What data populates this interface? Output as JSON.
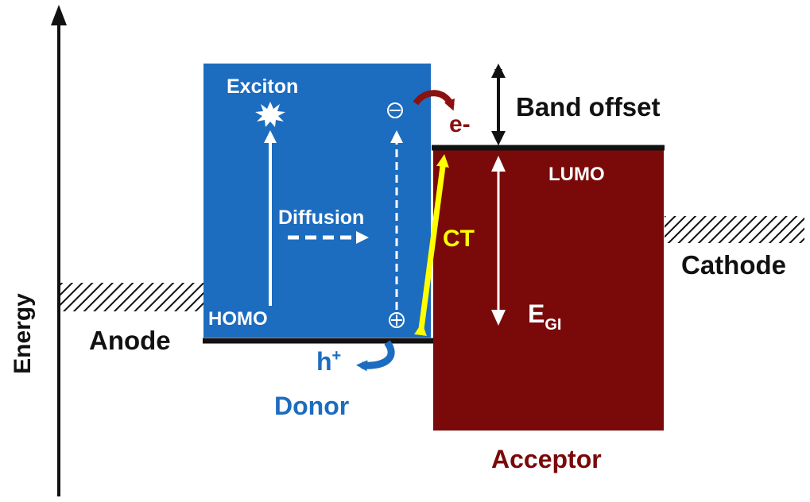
{
  "axis": {
    "label": "Energy"
  },
  "labels": {
    "exciton": "Exciton",
    "diffusion": "Diffusion",
    "homo": "HOMO",
    "lumo": "LUMO",
    "band_offset": "Band offset",
    "electron": "e-",
    "hole": "h",
    "hole_sup": "+",
    "ct": "CT",
    "gap_main": "E",
    "gap_sub": "GI",
    "anode": "Anode",
    "cathode": "Cathode",
    "donor": "Donor",
    "acceptor": "Acceptor"
  },
  "colors": {
    "donor": "#1c6cbf",
    "acceptor": "#7a0a0a",
    "ct_arrow": "#ffff00",
    "text": "#111111",
    "white": "#ffffff"
  }
}
